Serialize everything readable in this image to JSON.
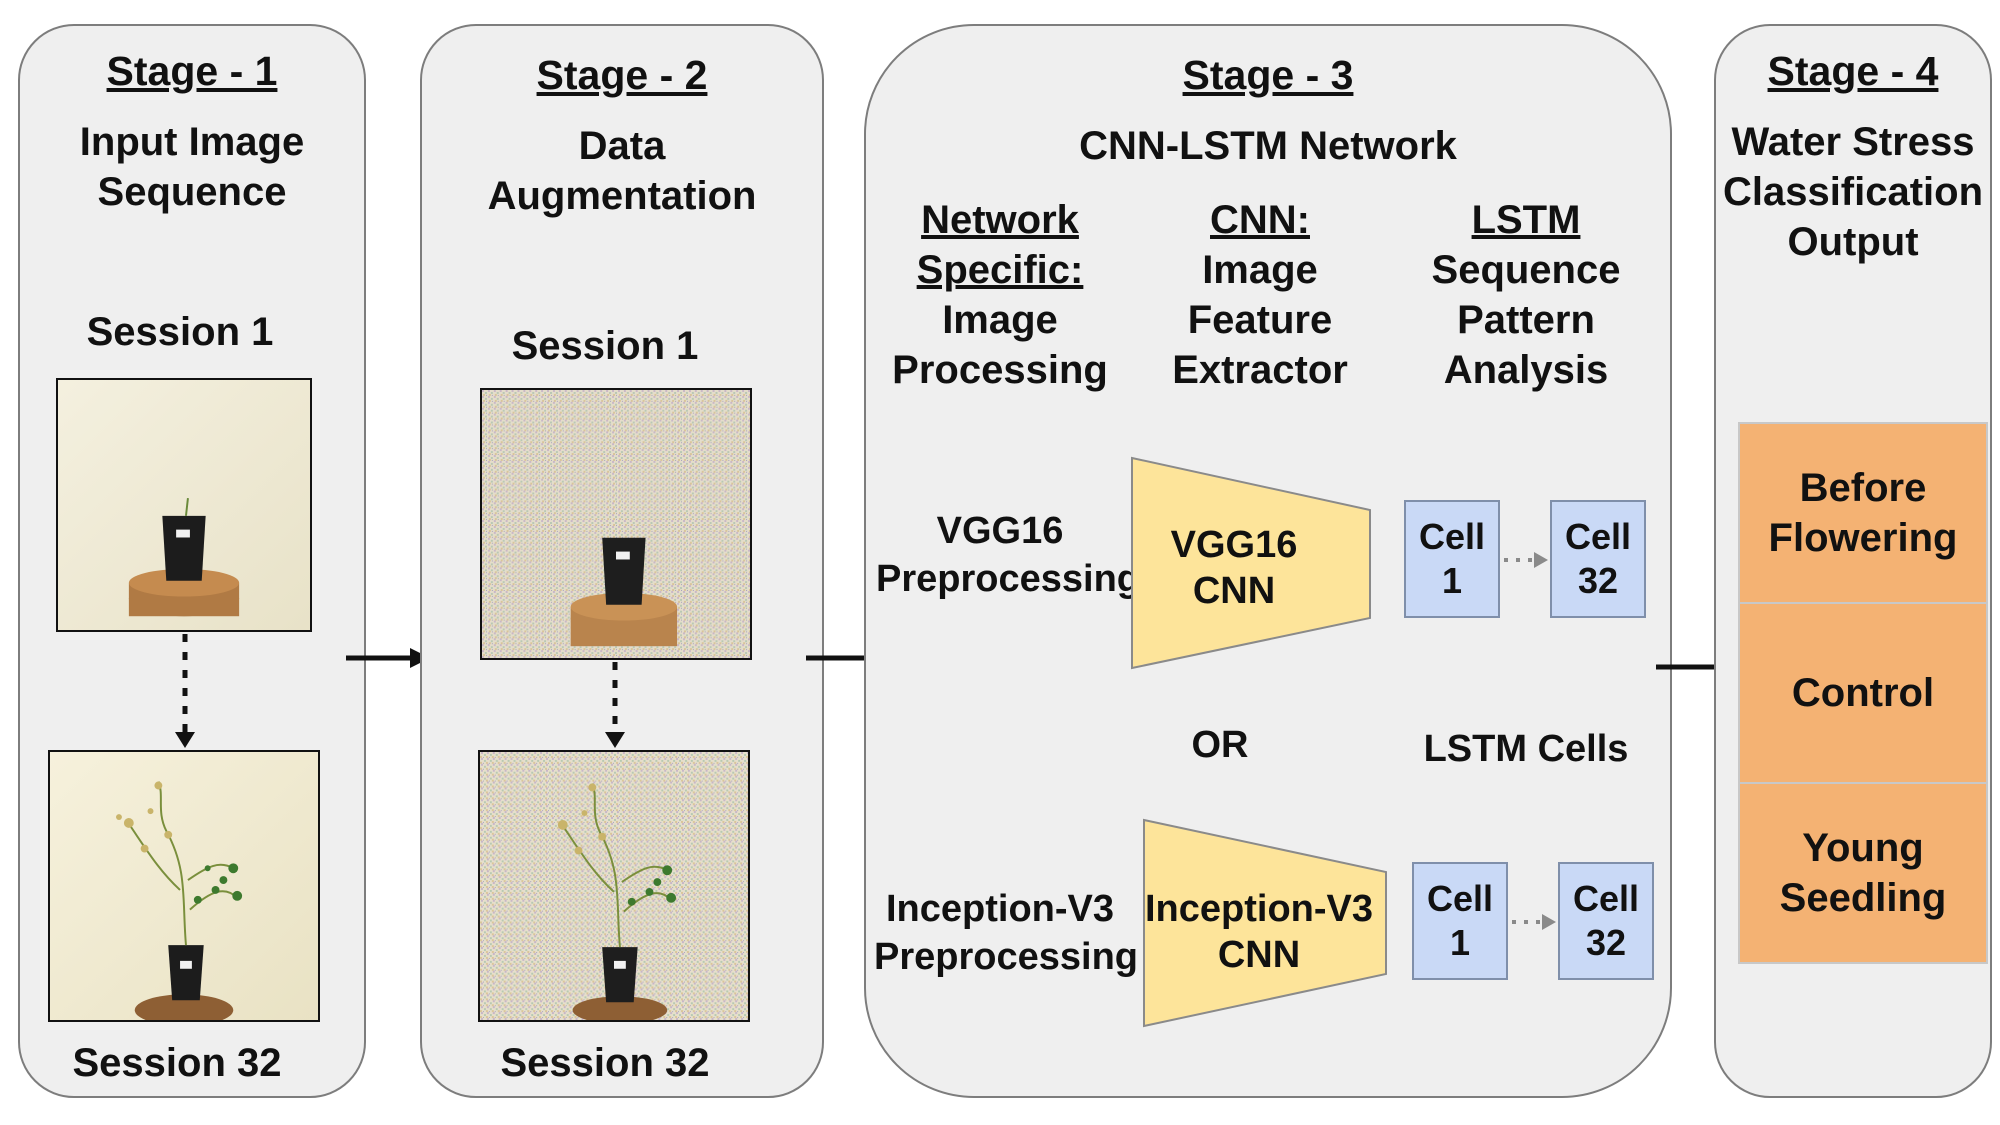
{
  "stage1": {
    "title": "Stage - 1",
    "subtitle_line1": "Input Image",
    "subtitle_line2": "Sequence",
    "session_top": "Session 1",
    "session_bottom": "Session 32"
  },
  "stage2": {
    "title": "Stage - 2",
    "subtitle_line1": "Data",
    "subtitle_line2": "Augmentation",
    "session_top": "Session 1",
    "session_bottom": "Session 32"
  },
  "stage3": {
    "title": "Stage - 3",
    "subtitle": "CNN-LSTM Network",
    "col1": {
      "head1": "Network",
      "head2": "Specific:",
      "line1": "Image",
      "line2": "Processing"
    },
    "col2": {
      "head": "CNN:",
      "line1": "Image",
      "line2": "Feature",
      "line3": "Extractor"
    },
    "col3": {
      "head": "LSTM",
      "line1": "Sequence",
      "line2": "Pattern",
      "line3": "Analysis"
    },
    "row1": {
      "pre_line1": "VGG16",
      "pre_line2": "Preprocessing",
      "cnn": "VGG16\nCNN",
      "cell_a": "Cell\n1",
      "cell_b": "Cell\n32"
    },
    "or_label": "OR",
    "lstm_cells_label": "LSTM Cells",
    "row2": {
      "pre_line1": "Inception-V3",
      "pre_line2": "Preprocessing",
      "cnn": "Inception-V3\nCNN",
      "cell_a": "Cell\n1",
      "cell_b": "Cell\n32"
    }
  },
  "stage4": {
    "title": "Stage - 4",
    "subtitle_line1": "Water Stress",
    "subtitle_line2": "Classification",
    "subtitle_line3": "Output",
    "outputs": [
      "Before\nFlowering",
      "Control",
      "Young\nSeedling"
    ]
  },
  "colors": {
    "panel_bg": "#efefef",
    "output_orange": "#f4b273",
    "cnn_yellow": "#fde49a",
    "lstm_blue": "#c9d9f6"
  }
}
